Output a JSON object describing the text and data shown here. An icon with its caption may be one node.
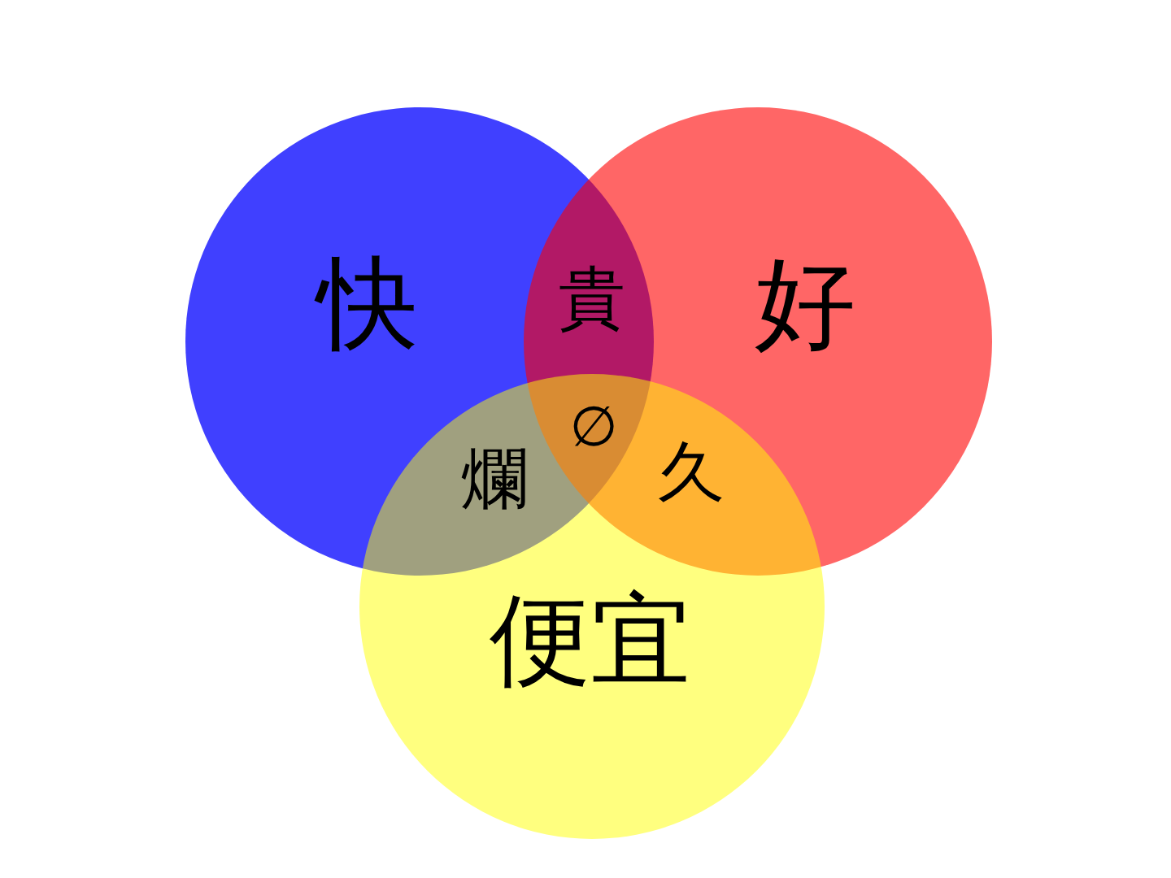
{
  "diagram": {
    "nodes": [
      {
        "text": [
          "快"
        ]
      },
      {
        "text": [
          "好"
        ]
      },
      {
        "text": [
          "便宜"
        ]
      }
    ],
    "labels": [
      "貴",
      "∅",
      "爛",
      "久"
    ]
  }
}
